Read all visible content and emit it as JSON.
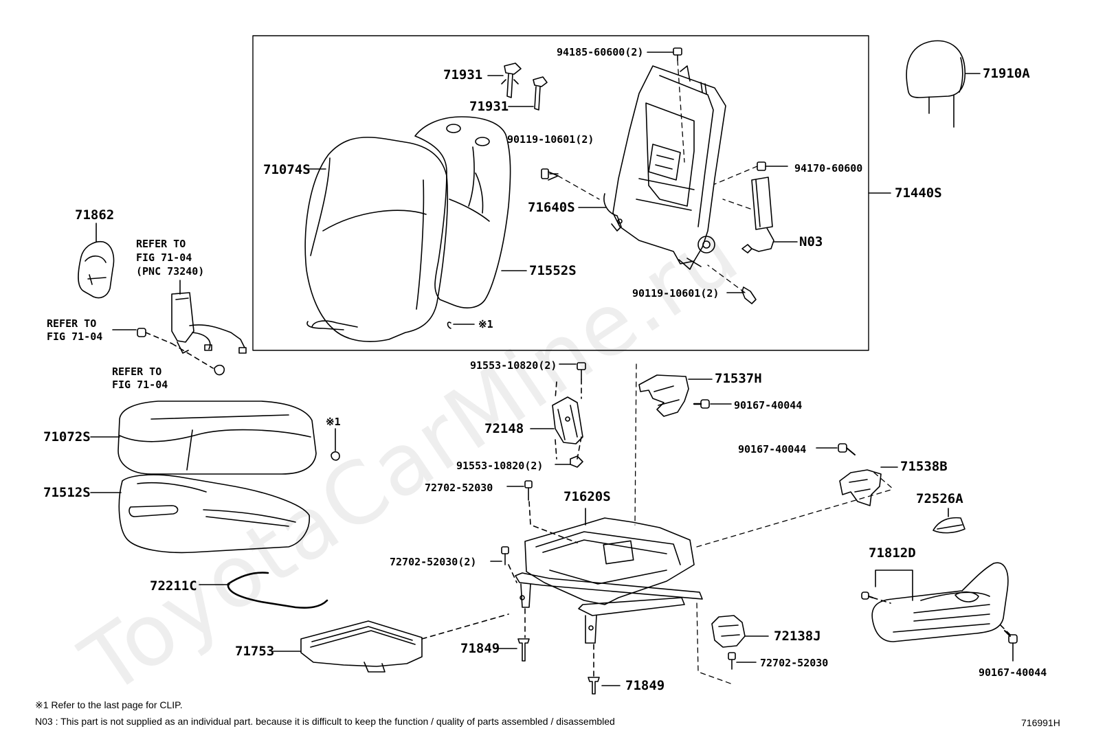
{
  "watermark": "ToyotaCarMine.ru",
  "refs": {
    "refer_to": "REFER TO",
    "fig": "FIG 71-04",
    "pnc": "(PNC 73240)"
  },
  "marks": {
    "clip_mark": "※1"
  },
  "labels": {
    "p94185": "94185-60600(2)",
    "p71931_a": "71931",
    "p71931_b": "71931",
    "p90119_top": "90119-10601(2)",
    "p71074S": "71074S",
    "p94170": "94170-60600",
    "p71440S": "71440S",
    "p71640S": "71640S",
    "pN03": "N03",
    "p71552S": "71552S",
    "p90119_bot": "90119-10601(2)",
    "p71910A": "71910A",
    "p71862": "71862",
    "p91553_top": "91553-10820(2)",
    "p71537H": "71537H",
    "p90167_a": "90167-40044",
    "p71072S": "71072S",
    "p72148": "72148",
    "p90167_b": "90167-40044",
    "p91553_bot": "91553-10820(2)",
    "p71538B": "71538B",
    "p72702_a": "72702-52030",
    "p71512S": "71512S",
    "p71620S": "71620S",
    "p72526A": "72526A",
    "p72702_b": "72702-52030(2)",
    "p71812D": "71812D",
    "p72211C": "72211C",
    "p71849_a": "71849",
    "p72138J": "72138J",
    "p71753": "71753",
    "p72702_c": "72702-52030",
    "p90167_c": "90167-40044",
    "p71849_b": "71849"
  },
  "footnotes": {
    "note1": "※1 Refer to the last page for CLIP.",
    "note2": "N03 : This part is not supplied as an individual part. because it is difficult to keep the function / quality of parts assembled / disassembled",
    "code": "716991H"
  }
}
